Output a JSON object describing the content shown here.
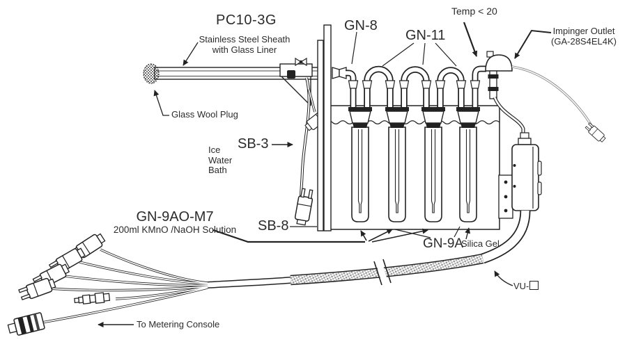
{
  "diagram": {
    "title": "PC10-3G",
    "labels": {
      "sheath_line1": "Stainless Steel Sheath",
      "sheath_line2": "with Glass Liner",
      "glass_wool": "Glass Wool Plug",
      "gn8": "GN-8",
      "gn11": "GN-11",
      "temp_limit": "Temp < 20",
      "impinger_outlet": "Impinger Outlet",
      "impinger_outlet_part": "(GA-28S4EL4K)",
      "sb3": "SB-3",
      "ice_bath_line1": "Ice",
      "ice_bath_line2": "Water",
      "ice_bath_line3": "Bath",
      "gn9ao": "GN-9AO-M7",
      "solution": "200ml KMnO /NaOH Solution",
      "sb8": "SB-8",
      "gn9a": "GN-9A",
      "silica_gel": "Silica Gel",
      "vu_prefix": "VU-",
      "to_metering": "To Metering Console"
    },
    "colors": {
      "line": "#222222",
      "text": "#2b2b2b",
      "background": "#ffffff"
    }
  }
}
